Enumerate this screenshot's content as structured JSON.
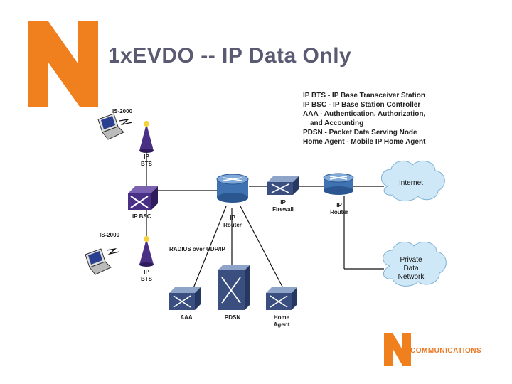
{
  "slide": {
    "title": "1xEVDO -- IP Data Only",
    "brand_color": "#f07f1e",
    "accent_color": "#3a2b78",
    "title_color": "#5a5a73"
  },
  "glossary": [
    "IP BTS -  IP Base Transceiver Station",
    "IP BSC -  IP Base Station Controller",
    "AAA  -  Authentication, Authorization,",
    "and Accounting",
    "PDSN -  Packet Data Serving Node",
    "Home Agent -  Mobile IP Home Agent"
  ],
  "labels": {
    "is2000_top": "IS-2000",
    "is2000_bottom": "IS-2000",
    "bts_top": [
      "IP",
      "BTS"
    ],
    "bts_bottom": [
      "IP",
      "BTS"
    ],
    "ip_bsc": "IP BSC",
    "ip_router_center": [
      "IP",
      "Router"
    ],
    "ip_firewall": [
      "IP",
      "Firewall"
    ],
    "ip_router_right": [
      "IP",
      "Router"
    ],
    "radius": "RADIUS over UDP/IP",
    "aaa": "AAA",
    "pdsn": "PDSN",
    "home_agent": [
      "Home",
      "Agent"
    ],
    "internet": "Internet",
    "private_data_network": [
      "Private",
      "Data",
      "Network"
    ]
  },
  "footer": {
    "word": "COMMUNICATIONS"
  }
}
